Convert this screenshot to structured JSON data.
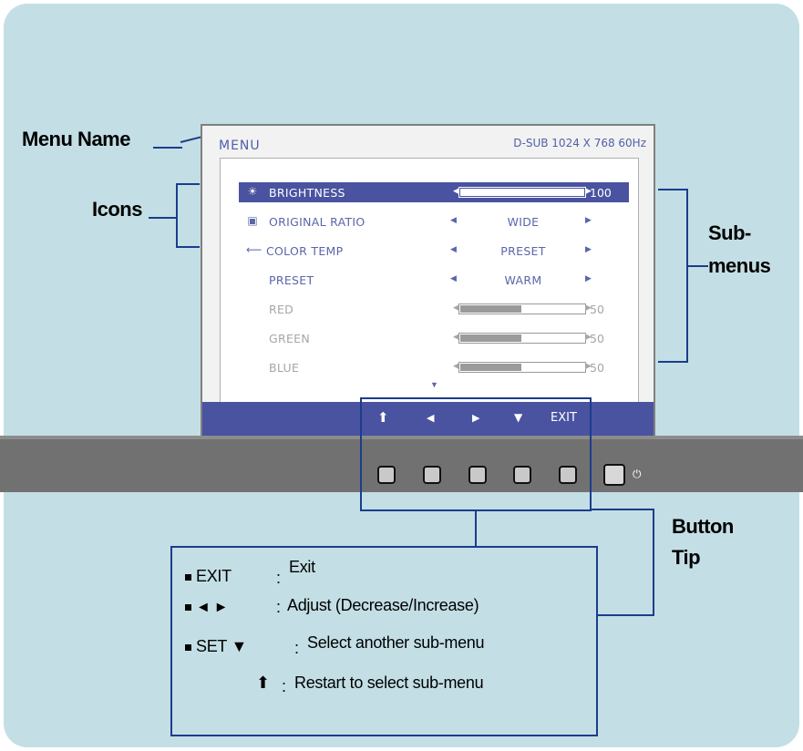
{
  "callouts": {
    "menu_name": "Menu Name",
    "icons": "Icons",
    "sub": "Sub-",
    "menus": "menus",
    "button": "Button",
    "tip": "Tip"
  },
  "osd": {
    "title": "MENU",
    "signal": "D-SUB 1024 X 768 60Hz",
    "rows": [
      {
        "label": "BRIGHTNESS",
        "icon": "sun-icon",
        "value": "100",
        "bar_level": 100,
        "selected": true
      },
      {
        "label": "ORIGINAL RATIO",
        "icon": "screen-ratio-icon",
        "value": "WIDE"
      },
      {
        "label": "COLOR TEMP",
        "icon": "color-temp-icon",
        "value": "PRESET"
      },
      {
        "label": "PRESET",
        "value": "WARM"
      },
      {
        "label": "RED",
        "value": "50",
        "bar_level": 50,
        "dimmed": true
      },
      {
        "label": "GREEN",
        "value": "50",
        "bar_level": 50,
        "dimmed": true
      },
      {
        "label": "BLUE",
        "value": "50",
        "bar_level": 50,
        "dimmed": true
      }
    ],
    "tips": {
      "up": "⬆",
      "left": "◀",
      "right": "▶",
      "down": "▼",
      "exit": "EXIT"
    }
  },
  "legend": {
    "exit_key": "EXIT",
    "exit_sep": ":",
    "exit_desc": "Exit",
    "adjust_key": "◄ ►",
    "adjust_sep": ":",
    "adjust_desc": "Adjust (Decrease/Increase)",
    "set_key": "SET ▼",
    "set_sep": ":",
    "set_desc": "Select another sub-menu",
    "restart_key": "⬆",
    "restart_sep": ":",
    "restart_desc": "Restart to select sub-menu"
  },
  "colors": {
    "background": "#c3dfe5",
    "accent": "#4a53a0",
    "leader_line": "#1b3d8c",
    "bezel": "#727171"
  }
}
